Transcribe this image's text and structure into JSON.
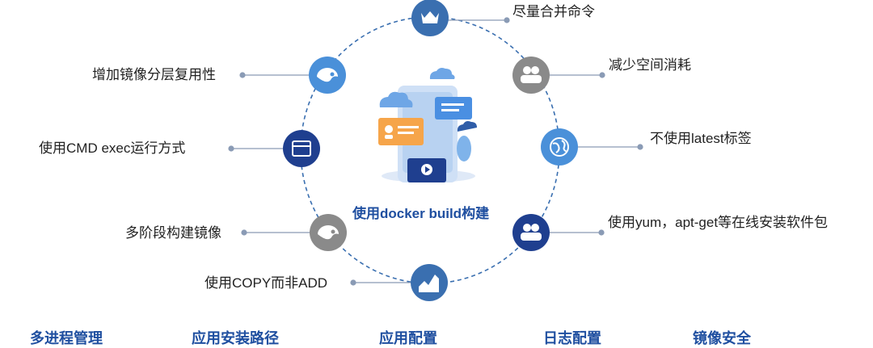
{
  "diagram": {
    "center_title": "使用docker build构建",
    "nodes": [
      {
        "id": "top",
        "label": "尽量合并命令",
        "icon": "crown-icon",
        "color": "#3a6fb0"
      },
      {
        "id": "upper-left",
        "label": "增加镜像分层复用性",
        "icon": "pie-chart-icon",
        "color": "#4a90d9"
      },
      {
        "id": "upper-right",
        "label": "减少空间消耗",
        "icon": "users-icon",
        "color": "#8a8a8a"
      },
      {
        "id": "left",
        "label": "使用CMD exec运行方式",
        "icon": "window-icon",
        "color": "#1f3f8f"
      },
      {
        "id": "right",
        "label": "不使用latest标签",
        "icon": "globe-icon",
        "color": "#4a90d9"
      },
      {
        "id": "lower-left",
        "label": "多阶段构建镜像",
        "icon": "pie-chart-icon",
        "color": "#8a8a8a"
      },
      {
        "id": "lower-right",
        "label": "使用yum，apt-get等在线安装软件包",
        "icon": "users-icon",
        "color": "#1f3f8f"
      },
      {
        "id": "bottom",
        "label": "使用COPY而非ADD",
        "icon": "area-chart-icon",
        "color": "#3a6fb0"
      }
    ],
    "ring_color": "#3a6fb0",
    "connector_color": "#8a9bb5"
  },
  "bottom_tabs": [
    "多进程管理",
    "应用安装路径",
    "应用配置",
    "日志配置",
    "镜像安全"
  ]
}
